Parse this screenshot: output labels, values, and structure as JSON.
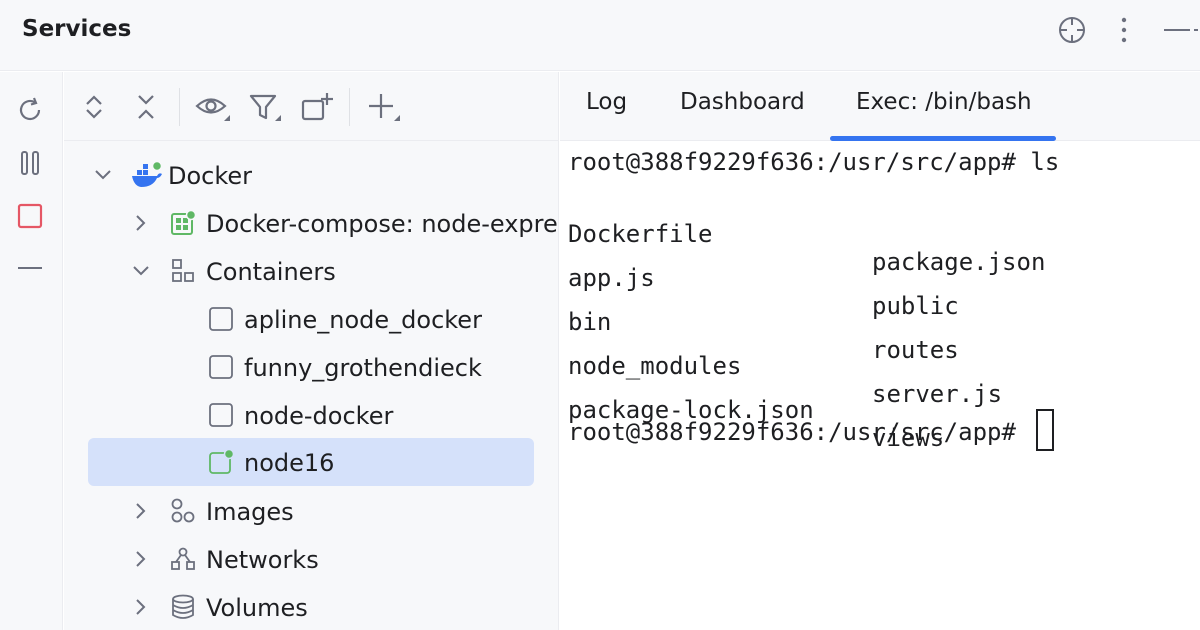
{
  "window": {
    "title": "Services"
  },
  "title_bar": {
    "icons": [
      "crosshair-icon",
      "more-vertical-icon",
      "minimize-icon"
    ]
  },
  "left_strip": {
    "icons": [
      "refresh-icon",
      "pause-icon",
      "stop-icon",
      "minus-icon"
    ]
  },
  "tree_toolbar": {
    "icons": [
      "expand-all-icon",
      "collapse-all-icon",
      "view-options-icon",
      "filter-icon",
      "new-group-icon",
      "add-icon"
    ]
  },
  "tree": {
    "docker": "Docker",
    "compose": "Docker-compose: node-express",
    "containers": "Containers",
    "container_items": [
      "apline_node_docker",
      "funny_grothendieck",
      "node-docker",
      "node16"
    ],
    "images": "Images",
    "networks": "Networks",
    "volumes": "Volumes"
  },
  "tabs": [
    {
      "label": "Log",
      "active": false
    },
    {
      "label": "Dashboard",
      "active": false
    },
    {
      "label": "Exec: /bin/bash",
      "active": true
    }
  ],
  "terminal": {
    "prompt": "root@388f9229f636:/usr/src/app# ",
    "command": "ls",
    "listing": [
      [
        "Dockerfile",
        "package.json"
      ],
      [
        "app.js",
        "public"
      ],
      [
        "bin",
        "routes"
      ],
      [
        "node_modules",
        "server.js"
      ],
      [
        "package-lock.json",
        "views"
      ]
    ]
  },
  "colors": {
    "accent": "#3574f0",
    "running_badge": "#5fb865",
    "docker_blue": "#3574f0",
    "stop_red": "#e55765",
    "selection": "#d5e1fa"
  }
}
